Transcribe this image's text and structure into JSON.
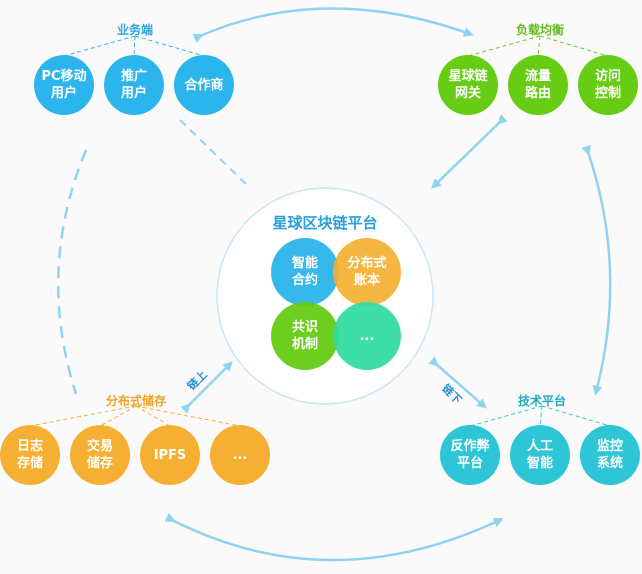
{
  "center": {
    "title": "星球区块链平台",
    "items": [
      {
        "label": "智能\n合约"
      },
      {
        "label": "分布式\n账本"
      },
      {
        "label": "共识\n机制"
      },
      {
        "label": "..."
      }
    ]
  },
  "groups": {
    "business": {
      "label": "业务端",
      "items": [
        {
          "label": "PC移动\n用户"
        },
        {
          "label": "推广\n用户"
        },
        {
          "label": "合作商"
        }
      ]
    },
    "load_balance": {
      "label": "负载均衡",
      "items": [
        {
          "label": "星球链\n网关"
        },
        {
          "label": "流量\n路由"
        },
        {
          "label": "访问\n控制"
        }
      ]
    },
    "storage": {
      "label": "分布式储存",
      "items": [
        {
          "label": "日志\n存储"
        },
        {
          "label": "交易\n储存"
        },
        {
          "label": "IPFS"
        },
        {
          "label": "..."
        }
      ]
    },
    "tech": {
      "label": "技术平台",
      "items": [
        {
          "label": "反作弊\n平台"
        },
        {
          "label": "人工\n智能"
        },
        {
          "label": "监控\n系统"
        }
      ]
    }
  },
  "links": {
    "on_chain": "链上",
    "off_chain": "链下"
  },
  "colors": {
    "blue": "#2cb5ec",
    "green": "#66cc14",
    "orange": "#f5b033",
    "teal": "#2ec6d6",
    "mint": "#2fdba0",
    "arrow": "#8fd3f3"
  }
}
